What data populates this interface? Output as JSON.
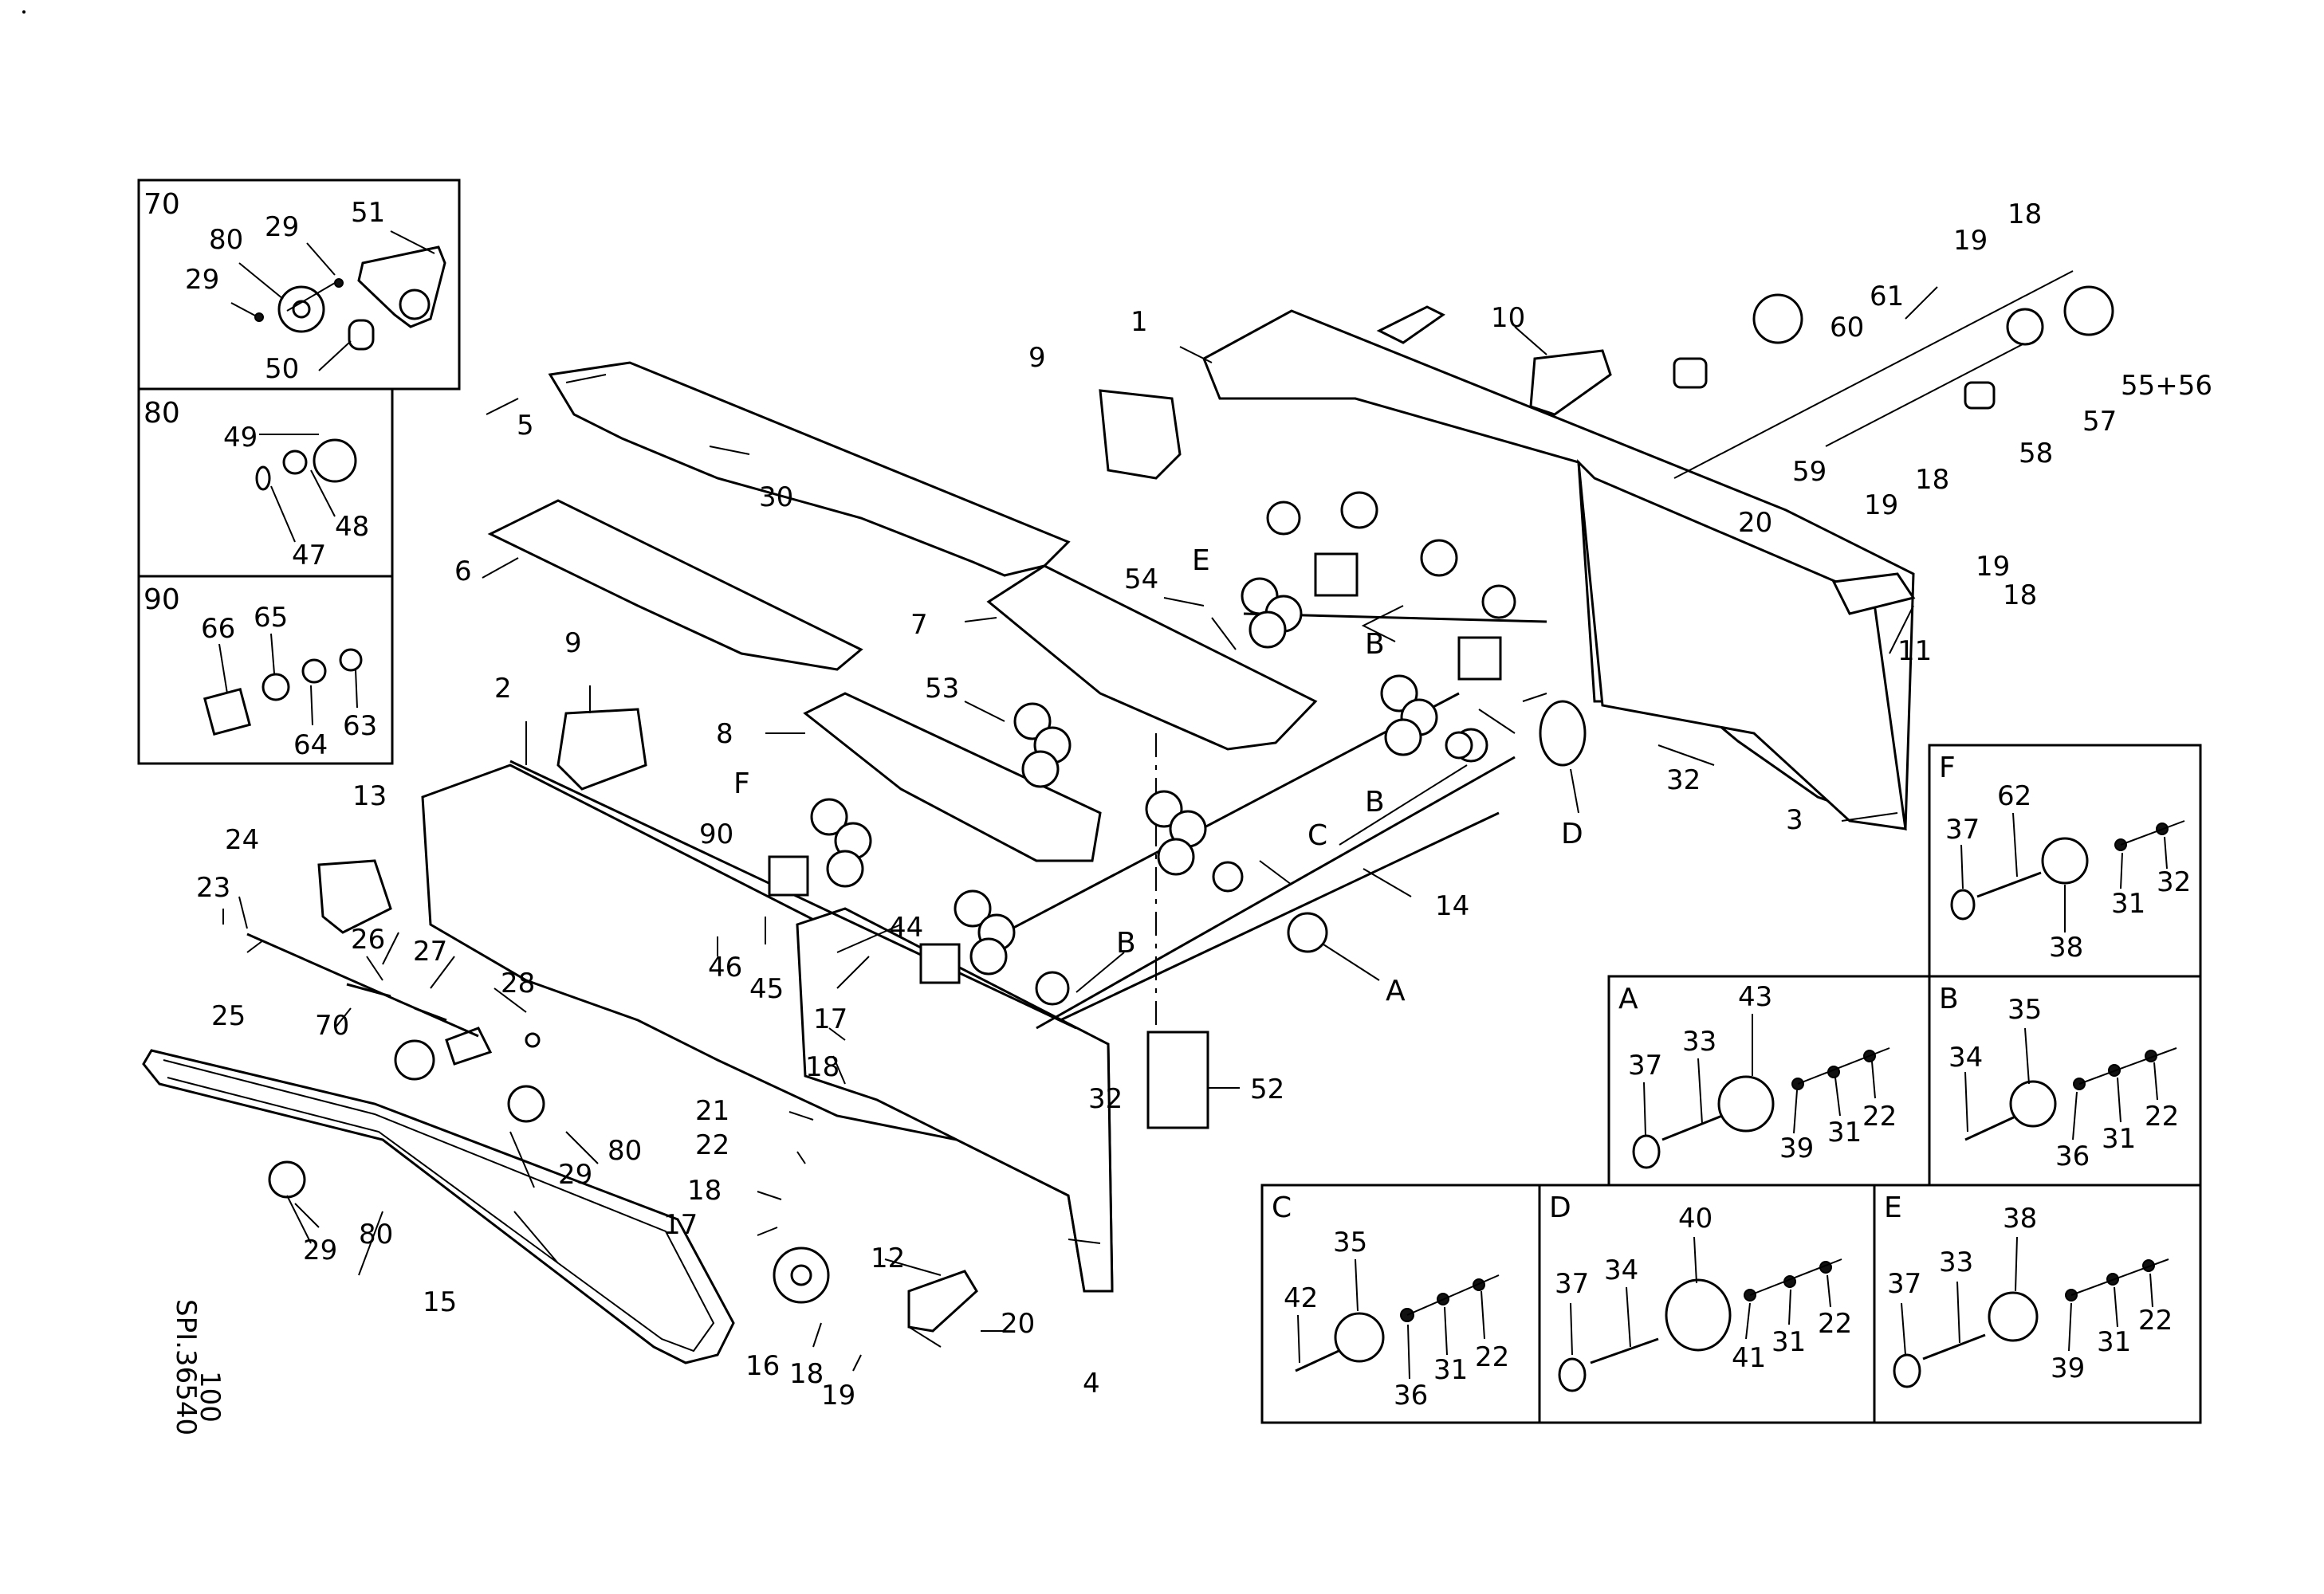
{
  "diagram": {
    "drawing_code": "SPI.36540",
    "page_number": "100",
    "callouts": {
      "c1": "1",
      "c2": "2",
      "c3": "3",
      "c4": "4",
      "c5": "5",
      "c6": "6",
      "c7": "7",
      "c8": "8",
      "c9a": "9",
      "c9b": "9",
      "c10": "10",
      "c11": "11",
      "c12": "12",
      "c13": "13",
      "c14": "14",
      "c15": "15",
      "c16": "16",
      "c17a": "17",
      "c17b": "17",
      "c18a": "18",
      "c18b": "18",
      "c18c": "18",
      "c18d": "18",
      "c18e": "18",
      "c18f": "18",
      "c19a": "19",
      "c19b": "19",
      "c19c": "19",
      "c19d": "19",
      "c20a": "20",
      "c20b": "20",
      "c21": "21",
      "c22": "22",
      "c23": "23",
      "c24": "24",
      "c25": "25",
      "c26": "26",
      "c27": "27",
      "c28": "28",
      "c29a": "29",
      "c29b": "29",
      "c30": "30",
      "c32a": "32",
      "c32b": "32",
      "c44": "44",
      "c45": "45",
      "c46": "46",
      "c52": "52",
      "c53": "53",
      "c54": "54",
      "c55": "55+56",
      "c57": "57",
      "c58": "58",
      "c59": "59",
      "c60": "60",
      "c61": "61",
      "c70": "70",
      "c80a": "80",
      "c80b": "80",
      "c90": "90",
      "cA": "A",
      "cB1": "B",
      "cB2": "B",
      "cB3": "B",
      "cC": "C",
      "cD": "D",
      "cE": "E",
      "cF": "F"
    },
    "inset_70": {
      "title": "70",
      "labels": [
        "80",
        "29",
        "51",
        "29",
        "50"
      ]
    },
    "inset_80": {
      "title": "80",
      "labels": [
        "49",
        "48",
        "47"
      ]
    },
    "inset_90": {
      "title": "90",
      "labels": [
        "66",
        "65",
        "64",
        "63"
      ]
    },
    "detail_F": {
      "title": "F",
      "labels": [
        "37",
        "62",
        "38",
        "31",
        "32"
      ]
    },
    "detail_A": {
      "title": "A",
      "labels": [
        "37",
        "33",
        "43",
        "39",
        "31",
        "22"
      ]
    },
    "detail_B": {
      "title": "B",
      "labels": [
        "34",
        "35",
        "36",
        "31",
        "22"
      ]
    },
    "detail_C": {
      "title": "C",
      "labels": [
        "42",
        "35",
        "36",
        "31",
        "22"
      ]
    },
    "detail_D": {
      "title": "D",
      "labels": [
        "37",
        "34",
        "40",
        "41",
        "31",
        "22"
      ]
    },
    "detail_E": {
      "title": "E",
      "labels": [
        "37",
        "33",
        "38",
        "39",
        "31",
        "22"
      ]
    }
  }
}
